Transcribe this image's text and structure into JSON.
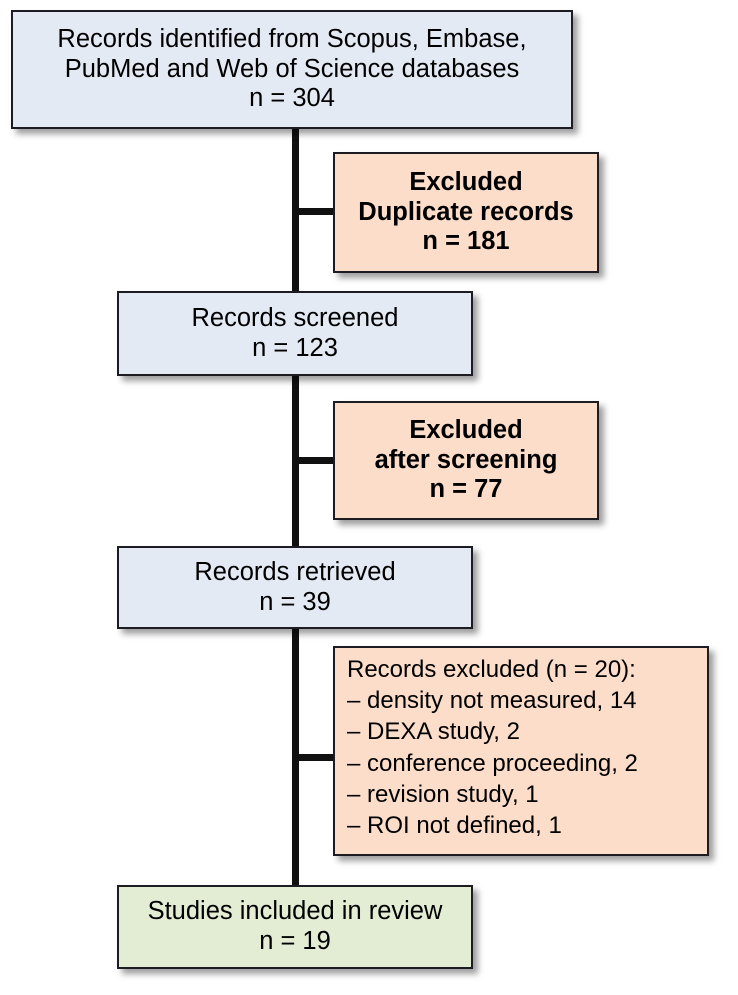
{
  "diagram": {
    "title": "PRISMA study selection flow diagram",
    "type": "flowchart",
    "colors": {
      "records_box": "#e4eaf4",
      "excluded_box": "#fbddc9",
      "included_box": "#e2edd3",
      "border": "#1c1c22",
      "connector": "#111111"
    }
  },
  "nodes": {
    "identified": {
      "name": "Records identified",
      "lines": [
        "Records identified from Scopus, Embase,",
        "PubMed and Web of Science databases",
        "n = 304"
      ],
      "count": 304
    },
    "duplicates": {
      "name": "Excluded duplicate records",
      "lines": [
        "Excluded",
        "Duplicate records",
        "n = 181"
      ],
      "count": 181
    },
    "screened": {
      "name": "Records screened",
      "lines": [
        "Records screened",
        "n = 123"
      ],
      "count": 123
    },
    "excluded_after_screening": {
      "name": "Excluded after screening",
      "lines": [
        "Excluded",
        "after screening",
        "n = 77"
      ],
      "count": 77
    },
    "retrieved": {
      "name": "Records retrieved",
      "lines": [
        "Records retrieved",
        "n = 39"
      ],
      "count": 39
    },
    "records_excluded": {
      "name": "Records excluded with reasons",
      "lines": [
        "Records excluded (n = 20):",
        "– density not measured, 14",
        "– DEXA study, 2",
        "– conference proceeding, 2",
        "– revision study, 1",
        "– ROI not defined, 1"
      ],
      "count": 20,
      "reasons": [
        {
          "reason": "density not measured",
          "n": 14
        },
        {
          "reason": "DEXA study",
          "n": 2
        },
        {
          "reason": "conference proceeding",
          "n": 2
        },
        {
          "reason": "revision study",
          "n": 1
        },
        {
          "reason": "ROI not defined",
          "n": 1
        }
      ]
    },
    "included": {
      "name": "Studies included in review",
      "lines": [
        "Studies included in review",
        "n = 19"
      ],
      "count": 19
    }
  }
}
